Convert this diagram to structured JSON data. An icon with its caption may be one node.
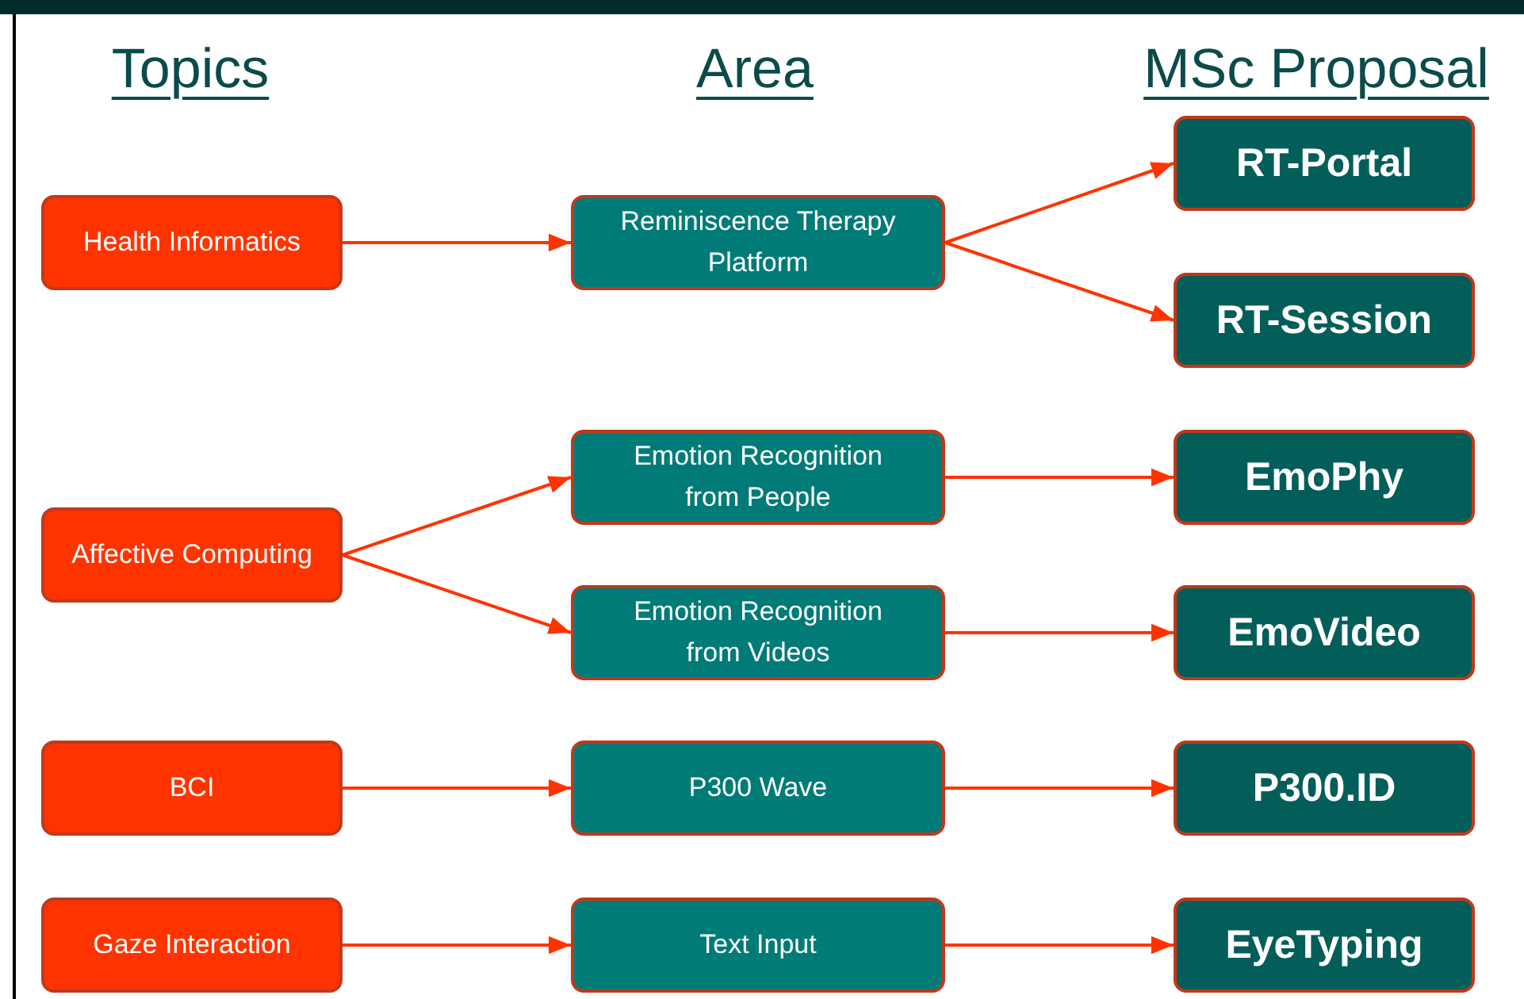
{
  "diagram": {
    "nodes": [
      {
        "text": [
          "Health Informatics"
        ]
      },
      {
        "text": [
          "Reminiscence Therapy Platform"
        ]
      },
      {
        "text": [
          "RT-Portal"
        ]
      },
      {
        "text": [
          "RT-Session"
        ]
      },
      {
        "text": [
          "Affective Computing"
        ]
      },
      {
        "text": [
          "Emotion Recognition from People"
        ]
      },
      {
        "text": [
          "Emotion Recognition from Videos"
        ]
      },
      {
        "text": [
          "EmoPhy"
        ]
      },
      {
        "text": [
          "EmoVideo"
        ]
      },
      {
        "text": [
          "BCI"
        ]
      },
      {
        "text": [
          "P300 Wave"
        ]
      },
      {
        "text": [
          "P300.ID"
        ]
      },
      {
        "text": [
          "Gaze Interaction"
        ]
      },
      {
        "text": [
          "Text Input"
        ]
      },
      {
        "text": [
          "EyeTyping"
        ]
      }
    ],
    "edges": [
      {
        "from": 0,
        "to": 1,
        "arrow": "to"
      },
      {
        "from": 1,
        "to": 2,
        "arrow": "to"
      },
      {
        "from": 1,
        "to": 3,
        "arrow": "to"
      },
      {
        "from": 4,
        "to": 5,
        "arrow": "to"
      },
      {
        "from": 4,
        "to": 6,
        "arrow": "to"
      },
      {
        "from": 5,
        "to": 7,
        "arrow": "to"
      },
      {
        "from": 6,
        "to": 8,
        "arrow": "to"
      },
      {
        "from": 9,
        "to": 10,
        "arrow": "to"
      },
      {
        "from": 10,
        "to": 11,
        "arrow": "to"
      },
      {
        "from": 12,
        "to": 13,
        "arrow": "to"
      },
      {
        "from": 13,
        "to": 14,
        "arrow": "to"
      }
    ],
    "labels": [
      "Topics",
      "Area",
      "MSc Proposal"
    ]
  }
}
